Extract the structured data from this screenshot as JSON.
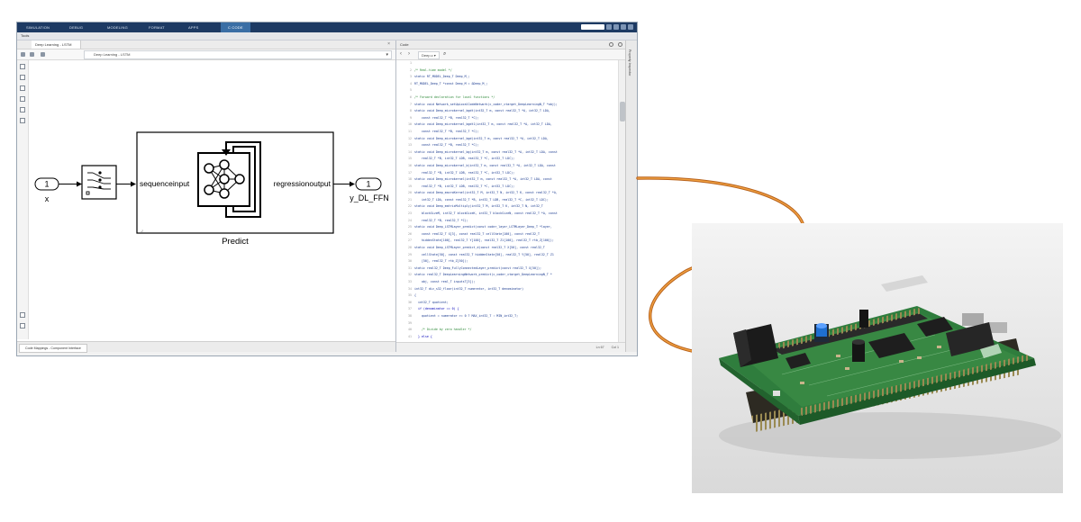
{
  "app": {
    "ribbon_tabs": [
      "SIMULATION",
      "DEBUG",
      "MODELING",
      "FORMAT",
      "APPS",
      "C CODE"
    ],
    "active_tab": "C CODE",
    "toolstrip_label": "Tools"
  },
  "model": {
    "tab_title": "Deep Learning - LSTM",
    "breadcrumb": "Deep Learning - LSTM",
    "inport": {
      "number": "1",
      "label": "x"
    },
    "outport": {
      "number": "1",
      "label": "y_DL_FFN"
    },
    "subsystem": {
      "input_port": "sequenceinput",
      "output_port": "regressionoutput",
      "name": "Predict"
    },
    "status_tab": "Code Mappings - Component Interface"
  },
  "code": {
    "title": "Code",
    "file": "Deep.c",
    "status": [
      "Ln 67",
      "Col 1"
    ],
    "side_label": "Property Inspector",
    "lines": [
      {
        "n": "1",
        "t": "",
        "k": "normal"
      },
      {
        "n": "2",
        "t": "/* Real-time model */",
        "k": "comment"
      },
      {
        "n": "3",
        "t": "static RT_MODEL_Deep_T Deep_M_;",
        "k": "normal"
      },
      {
        "n": "4",
        "t": "RT_MODEL_Deep_T *const Deep_M = &Deep_M_;",
        "k": "normal"
      },
      {
        "n": "5",
        "t": "",
        "k": "normal"
      },
      {
        "n": "6",
        "t": "/* Forward declaration for local functions */",
        "k": "comment"
      },
      {
        "n": "7",
        "t": "static void Network_setUpLocalCodeNetwork(c_coder_ctarget_DeepLearningN_T *obj);",
        "k": "normal"
      },
      {
        "n": "8",
        "t": "static void Deep_microkernel_bgdt(int32_T m, const real32_T *A, int32_T LDA,",
        "k": "normal"
      },
      {
        "n": "9",
        "t": "    const real32_T *B, real32_T *C);",
        "k": "normal"
      },
      {
        "n": "10",
        "t": "static void Deep_microkernel_bgdt1(int32_T m, const real32_T *A, int32_T LDA,",
        "k": "normal"
      },
      {
        "n": "11",
        "t": "    const real32_T *B, real32_T *C);",
        "k": "normal"
      },
      {
        "n": "12",
        "t": "static void Deep_microkernel_bgd(int32_T m, const real32_T *A, int32_T LDA,",
        "k": "normal"
      },
      {
        "n": "13",
        "t": "    const real32_T *B, real32_T *C);",
        "k": "normal"
      },
      {
        "n": "14",
        "t": "static void Deep_microkernel_bg(int32_T m, const real32_T *A, int32_T LDA, const",
        "k": "normal"
      },
      {
        "n": "15",
        "t": "    real32_T *B, int32_T LDB, real32_T *C, int32_T LDC);",
        "k": "normal"
      },
      {
        "n": "16",
        "t": "static void Deep_microkernel_b(int32_T m, const real32_T *A, int32_T LDA, const",
        "k": "normal"
      },
      {
        "n": "17",
        "t": "    real32_T *B, int32_T LDB, real32_T *C, int32_T LDC);",
        "k": "normal"
      },
      {
        "n": "18",
        "t": "static void Deep_microkernel(int32_T m, const real32_T *A, int32_T LDA, const",
        "k": "normal"
      },
      {
        "n": "19",
        "t": "    real32_T *B, int32_T LDB, real32_T *C, int32_T LDC);",
        "k": "normal"
      },
      {
        "n": "20",
        "t": "static void Deep_macroKernel(int32_T M, int32_T N, int32_T K, const real32_T *A,",
        "k": "normal"
      },
      {
        "n": "21",
        "t": "    int32_T LDA, const real32_T *B, int32_T LDB, real32_T *C, int32_T LDC);",
        "k": "normal"
      },
      {
        "n": "22",
        "t": "static void Deep_matrixMultiply(int32_T M, int32_T K, int32_T N, int32_T",
        "k": "normal"
      },
      {
        "n": "23",
        "t": "    blockSizeM, int32_T blockSizeK, int32_T blockSizeN, const real32_T *A, const",
        "k": "normal"
      },
      {
        "n": "24",
        "t": "    real32_T *B, real32_T *C);",
        "k": "normal"
      },
      {
        "n": "25",
        "t": "static void Deep_LSTMLayer_predict(const coder_layer_LSTMLayer_Deep_T *layer,",
        "k": "normal"
      },
      {
        "n": "26",
        "t": "    const real32_T X[3], const real32_T cellState[100], const real32_T",
        "k": "normal"
      },
      {
        "n": "27",
        "t": "    hiddenState[100], real32_T Y[100], real32_T Z1[100], real32_T rtb_Z[100]);",
        "k": "normal"
      },
      {
        "n": "28",
        "t": "static void Deep_LSTMLayer_predict_d(const real32_T X[50], const real32_T",
        "k": "normal"
      },
      {
        "n": "29",
        "t": "    cellState[50], const real32_T hiddenState[50], real32_T Y[50], real32_T Z1",
        "k": "normal"
      },
      {
        "n": "30",
        "t": "    [50], real32_T rtb_Z[50]);",
        "k": "normal"
      },
      {
        "n": "31",
        "t": "static real32_T Deep_FullyConnectedLayer_predict(const real32_T X[50]);",
        "k": "normal"
      },
      {
        "n": "32",
        "t": "static real32_T DeepLearningNetwork_predict(c_coder_ctarget_DeepLearningN_T *",
        "k": "normal"
      },
      {
        "n": "33",
        "t": "    obj, const real_T inputsT[3]);",
        "k": "normal"
      },
      {
        "n": "34",
        "t": "int32_T div_s32_floor(int32_T numerator, int32_T denominator)",
        "k": "normal"
      },
      {
        "n": "35",
        "t": "{",
        "k": "normal"
      },
      {
        "n": "36",
        "t": "  int32_T quotient;",
        "k": "normal"
      },
      {
        "n": "37",
        "t": "  if (denominator == 0) {",
        "k": "keyword"
      },
      {
        "n": "38",
        "t": "    quotient = numerator >= 0 ? MAX_int32_T : MIN_int32_T;",
        "k": "normal"
      },
      {
        "n": "39",
        "t": "",
        "k": "normal"
      },
      {
        "n": "40",
        "t": "    /* Divide by zero handler */",
        "k": "comment"
      },
      {
        "n": "41",
        "t": "  } else {",
        "k": "keyword"
      }
    ]
  }
}
